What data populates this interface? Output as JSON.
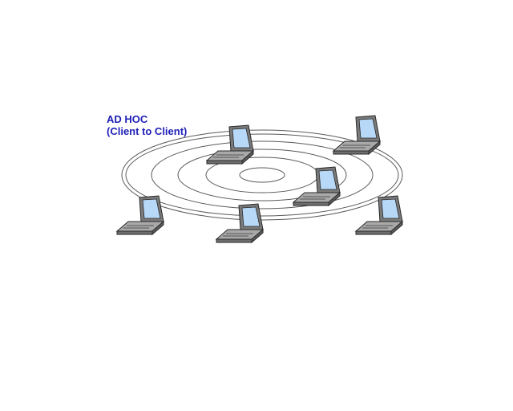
{
  "diagram": {
    "title_line1": "AD HOC",
    "title_line2": "(Client to Client)",
    "label_color": "#1f1fb8",
    "ring_color": "#5a5a5a",
    "laptop_body_color": "#8a8a8a",
    "laptop_screen_color": "#b8d8f8",
    "laptop_count": 6,
    "ring_count": 6,
    "icon": "laptop-icon"
  }
}
